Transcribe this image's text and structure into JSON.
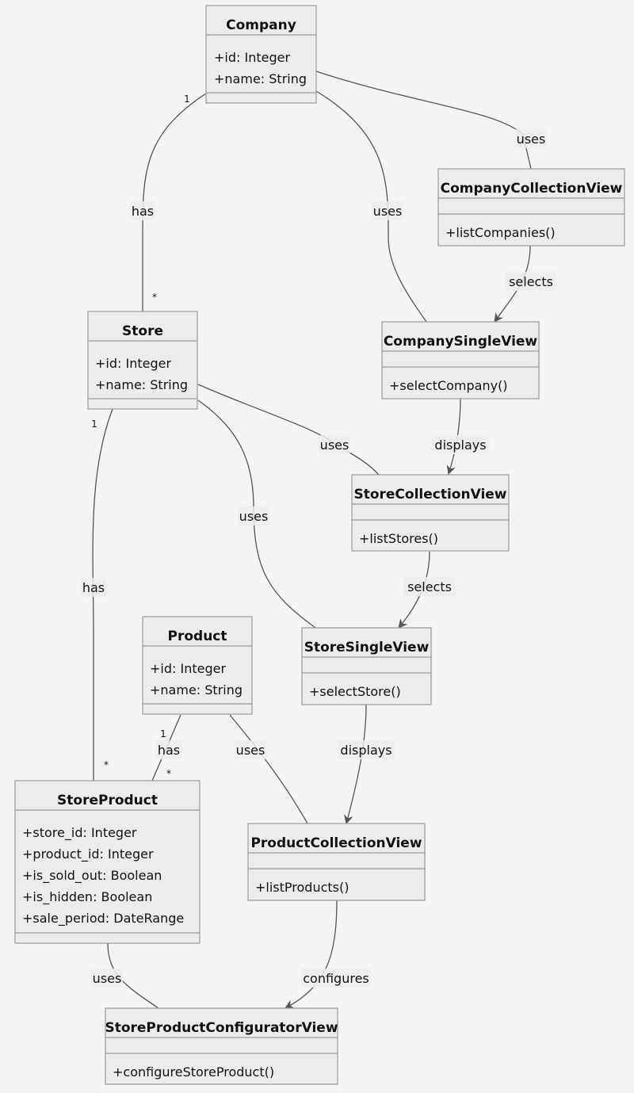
{
  "classes": {
    "company": {
      "name": "Company",
      "attributes": [
        "+id: Integer",
        "+name: String"
      ],
      "methods": []
    },
    "company_collection_view": {
      "name": "CompanyCollectionView",
      "attributes": [],
      "methods": [
        "+listCompanies()"
      ]
    },
    "company_single_view": {
      "name": "CompanySingleView",
      "attributes": [],
      "methods": [
        "+selectCompany()"
      ]
    },
    "store": {
      "name": "Store",
      "attributes": [
        "+id: Integer",
        "+name: String"
      ],
      "methods": []
    },
    "store_collection_view": {
      "name": "StoreCollectionView",
      "attributes": [],
      "methods": [
        "+listStores()"
      ]
    },
    "store_single_view": {
      "name": "StoreSingleView",
      "attributes": [],
      "methods": [
        "+selectStore()"
      ]
    },
    "product": {
      "name": "Product",
      "attributes": [
        "+id: Integer",
        "+name: String"
      ],
      "methods": []
    },
    "store_product": {
      "name": "StoreProduct",
      "attributes": [
        "+store_id: Integer",
        "+product_id: Integer",
        "+is_sold_out: Boolean",
        "+is_hidden: Boolean",
        "+sale_period: DateRange"
      ],
      "methods": []
    },
    "product_collection_view": {
      "name": "ProductCollectionView",
      "attributes": [],
      "methods": [
        "+listProducts()"
      ]
    },
    "store_product_configurator_view": {
      "name": "StoreProductConfiguratorView",
      "attributes": [],
      "methods": [
        "+configureStoreProduct()"
      ]
    }
  },
  "relations": {
    "company_has_store": {
      "label": "has",
      "from_mult": "1",
      "to_mult": "*"
    },
    "company_uses_company_single_view": {
      "label": "uses"
    },
    "company_uses_company_collection_view": {
      "label": "uses"
    },
    "company_collection_view_selects": {
      "label": "selects"
    },
    "company_single_view_displays": {
      "label": "displays"
    },
    "store_uses_store_collection_view": {
      "label": "uses"
    },
    "store_uses_store_single_view": {
      "label": "uses"
    },
    "store_has_store_product": {
      "label": "has",
      "from_mult": "1",
      "to_mult": "*"
    },
    "store_collection_view_selects": {
      "label": "selects"
    },
    "store_single_view_displays": {
      "label": "displays"
    },
    "product_has_store_product": {
      "label": "has",
      "from_mult": "1",
      "to_mult": "*"
    },
    "product_uses_product_collection_view": {
      "label": "uses"
    },
    "store_product_uses_configurator": {
      "label": "uses"
    },
    "product_collection_view_configures": {
      "label": "configures"
    }
  }
}
